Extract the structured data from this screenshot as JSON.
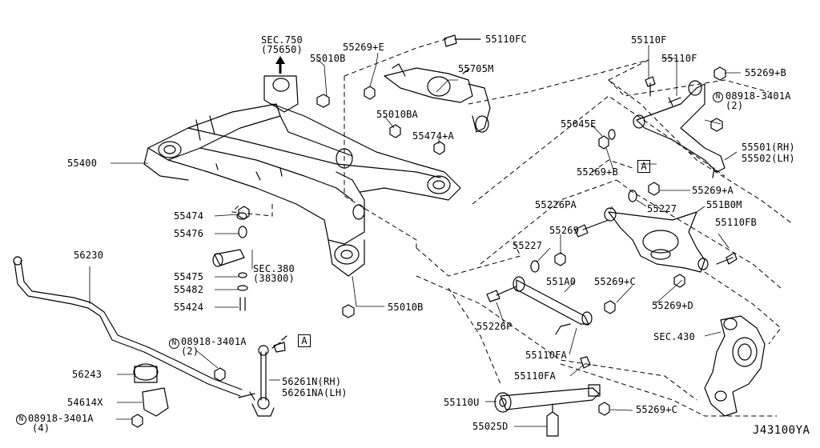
{
  "diagram_code": "J43100YA",
  "ref_boxes": {
    "a1": "A",
    "a2": "A"
  },
  "n_symbol": "N",
  "labels": {
    "sec750": "SEC.750",
    "sec750_sub": "(75650)",
    "p55010B_top": "55010B",
    "p55269E": "55269+E",
    "p55110FC": "55110FC",
    "p55705M": "55705M",
    "p55010BA": "55010BA",
    "p55474A": "55474+A",
    "p55400": "55400",
    "p55474": "55474",
    "p55476": "55476",
    "sec380": "SEC.380",
    "sec380_sub": "(38300)",
    "p55475": "55475",
    "p55482": "55482",
    "p55424": "55424",
    "p55010B_bot": "55010B",
    "p55110F_1": "55110F",
    "p55110F_2": "55110F",
    "p55269B_top": "55269+B",
    "n08918_right": "08918-3401A",
    "n08918_right_qty": "(2)",
    "p55045E": "55045E",
    "p55501": "55501(RH)",
    "p55502": "55502(LH)",
    "p55269B_mid": "55269+B",
    "p55269A": "55269+A",
    "p55226PA": "55226PA",
    "p55227_right": "55227",
    "p551B0M": "551B0M",
    "p55110FB": "55110FB",
    "p55269_mid": "55269",
    "p55227_left": "55227",
    "p551A0": "551A0",
    "p55269C_mid": "55269+C",
    "p55269D": "55269+D",
    "p55226P": "55226P",
    "sec430": "SEC.430",
    "p55110FA_1": "55110FA",
    "p55110FA_2": "55110FA",
    "p55110U": "55110U",
    "p55269C_bot": "55269+C",
    "p55025D": "55025D",
    "p56230": "56230",
    "n08918_mid": "08918-3401A",
    "n08918_mid_qty": "(2)",
    "p56243": "56243",
    "p54614X": "54614X",
    "n08918_bot": "08918-3401A",
    "n08918_bot_qty": "(4)",
    "p56261N": "56261N(RH)",
    "p56261NA": "56261NA(LH)"
  }
}
